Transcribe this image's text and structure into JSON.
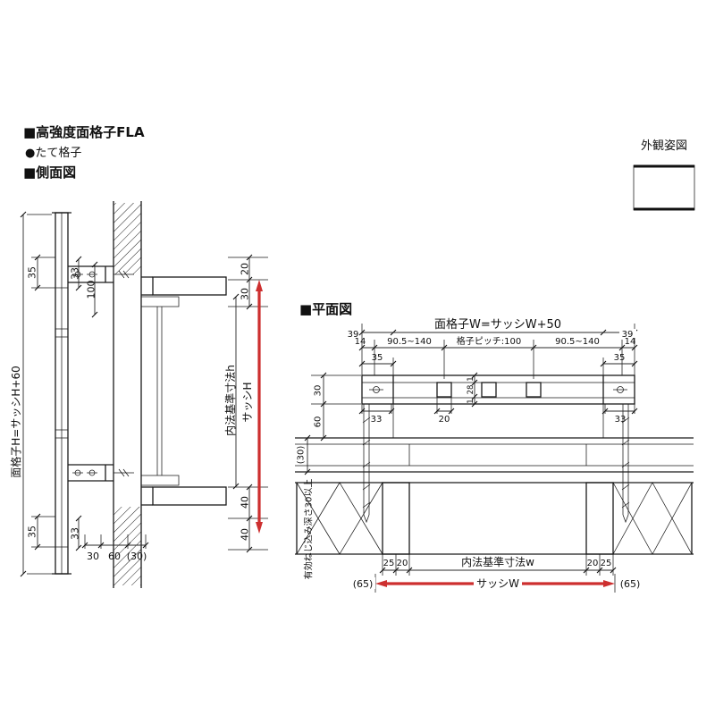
{
  "colors": {
    "arrow": "#cd2f2f"
  },
  "header": {
    "title": "■高強度面格子FLA",
    "subtitle": "●たて格子",
    "side_view_heading": "■側面図"
  },
  "appearance": {
    "label": "外観姿図"
  },
  "side_view": {
    "left": {
      "dim_35_top": "35",
      "dim_33_top": "33",
      "dim_100": "100",
      "overall_height": "面格子H=サッシH+60",
      "dim_35_bottom": "35",
      "dim_33_bottom": "33"
    },
    "bottom": {
      "dim_30": "30",
      "dim_60": "60",
      "dim_30_paren": "(30)"
    },
    "right": {
      "dim_20": "20",
      "dim_30": "30",
      "inner_height": "内法基準寸法h",
      "sash_height": "サッシH",
      "dim_40_upper": "40",
      "dim_40_lower": "40"
    }
  },
  "plan_view": {
    "heading": "■平面図",
    "top": {
      "overall_width": "面格子W=サッシW+50",
      "dim_39_left": "39",
      "dim_14_left": "14",
      "range_left": "90.5~140",
      "pitch": "格子ピッチ:100",
      "range_right": "90.5~140",
      "dim_39_right": "39",
      "dim_14_right": "14",
      "dim_35_left": "35",
      "dim_35_right": "35"
    },
    "member": {
      "dim_30": "30",
      "dim_60": "60",
      "dim_30_paren": "(30)",
      "dim_33_left": "33",
      "dim_20": "20",
      "dim_33_right": "33",
      "dim_1_top": "1",
      "dim_28": "28",
      "dim_1_bottom": "1"
    },
    "bottom": {
      "screw_note": "有効ねじ込み深さ30以上",
      "dim_25_left": "25",
      "dim_20_left": "20",
      "inner_width": "内法基準寸法w",
      "dim_20_right": "20",
      "dim_25_right": "25",
      "dim_65_left": "(65)",
      "sash_width": "サッシW",
      "dim_65_right": "(65)"
    }
  }
}
